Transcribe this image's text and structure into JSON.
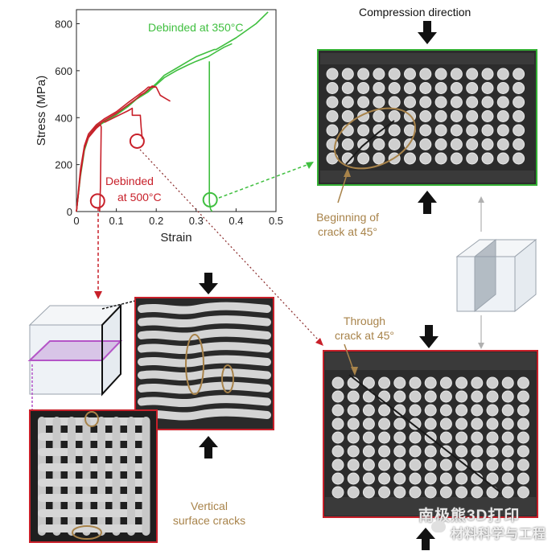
{
  "chart_data": {
    "type": "line",
    "xlabel": "Strain",
    "ylabel": "Stress (MPa)",
    "xlim": [
      0,
      0.5
    ],
    "ylim": [
      0,
      860
    ],
    "xticks": [
      0,
      0.1,
      0.2,
      0.3,
      0.4,
      0.5
    ],
    "xtick_labels": [
      "0",
      "0.1",
      "0.2",
      "0.3",
      "0.4",
      "0.5"
    ],
    "yticks": [
      0,
      200,
      400,
      600,
      800
    ],
    "ytick_labels": [
      "0",
      "200",
      "400",
      "600",
      "800"
    ],
    "series": [
      {
        "name": "Debinded at 350°C",
        "color": "#3fbf3f",
        "curves": [
          {
            "x": [
              0.0,
              0.005,
              0.01,
              0.02,
              0.03,
              0.05,
              0.08,
              0.1,
              0.13,
              0.15,
              0.18,
              0.2,
              0.22,
              0.25,
              0.28,
              0.3,
              0.33,
              0.345,
              0.35,
              0.4,
              0.45,
              0.48
            ],
            "y": [
              0,
              80,
              170,
              270,
              320,
              365,
              395,
              415,
              450,
              480,
              515,
              545,
              580,
              610,
              640,
              660,
              680,
              690,
              690,
              740,
              800,
              850
            ]
          },
          {
            "x": [
              0.0,
              0.01,
              0.02,
              0.03,
              0.05,
              0.08,
              0.1,
              0.13,
              0.15,
              0.18,
              0.2,
              0.22,
              0.25,
              0.28,
              0.3,
              0.33,
              0.35,
              0.37,
              0.39
            ],
            "y": [
              0,
              150,
              260,
              315,
              360,
              392,
              412,
              448,
              478,
              510,
              540,
              570,
              600,
              625,
              640,
              660,
              680,
              700,
              715
            ]
          },
          {
            "x": [
              0.333,
              0.333,
              0.336,
              0.34
            ],
            "y": [
              640,
              40,
              10,
              0
            ]
          }
        ]
      },
      {
        "name": "Debinded at 500°C",
        "color": "#c8202a",
        "curves": [
          {
            "x": [
              0.0,
              0.005,
              0.01,
              0.02,
              0.03,
              0.05,
              0.07,
              0.1,
              0.13,
              0.15,
              0.17,
              0.18,
              0.2,
              0.21,
              0.225,
              0.235
            ],
            "y": [
              0,
              90,
              180,
              280,
              330,
              370,
              395,
              425,
              465,
              490,
              515,
              530,
              530,
              495,
              480,
              470
            ]
          },
          {
            "x": [
              0.0,
              0.01,
              0.02,
              0.03,
              0.05,
              0.07,
              0.1,
              0.13,
              0.15,
              0.16,
              0.17,
              0.18,
              0.19,
              0.2
            ],
            "y": [
              0,
              160,
              270,
              320,
              362,
              388,
              418,
              455,
              480,
              495,
              505,
              520,
              535,
              530
            ]
          },
          {
            "x": [
              0.0,
              0.01,
              0.02,
              0.03,
              0.05,
              0.06,
              0.062,
              0.06,
              0.058
            ],
            "y": [
              0,
              160,
              270,
              315,
              355,
              370,
              360,
              100,
              0
            ]
          },
          {
            "x": [
              0.07,
              0.1,
              0.13,
              0.14,
              0.14,
              0.145,
              0.15,
              0.16,
              0.162,
              0.165
            ],
            "y": [
              380,
              405,
              430,
              440,
              410,
              410,
              410,
              410,
              360,
              310
            ]
          }
        ]
      }
    ],
    "markers": [
      {
        "series": "Debinded at 500°C",
        "x": 0.053,
        "y": 45
      },
      {
        "series": "Debinded at 500°C",
        "x": 0.152,
        "y": 300
      },
      {
        "series": "Debinded at 350°C",
        "x": 0.335,
        "y": 50
      }
    ]
  },
  "labels": {
    "compression_direction": "Compression direction",
    "beginning_crack_line1": "Beginning of",
    "beginning_crack_line2": "crack at 45°",
    "through_crack_line1": "Through",
    "through_crack_line2": "crack at 45°",
    "vertical_cracks_line1": "Vertical",
    "vertical_cracks_line2": "surface cracks"
  },
  "watermark": {
    "line1": "南极熊3D打印",
    "line2": "材料科学与工程"
  },
  "colors": {
    "green": "#3fbf3f",
    "red": "#c8202a",
    "tan": "#a8834a",
    "purple": "#b455c7"
  }
}
